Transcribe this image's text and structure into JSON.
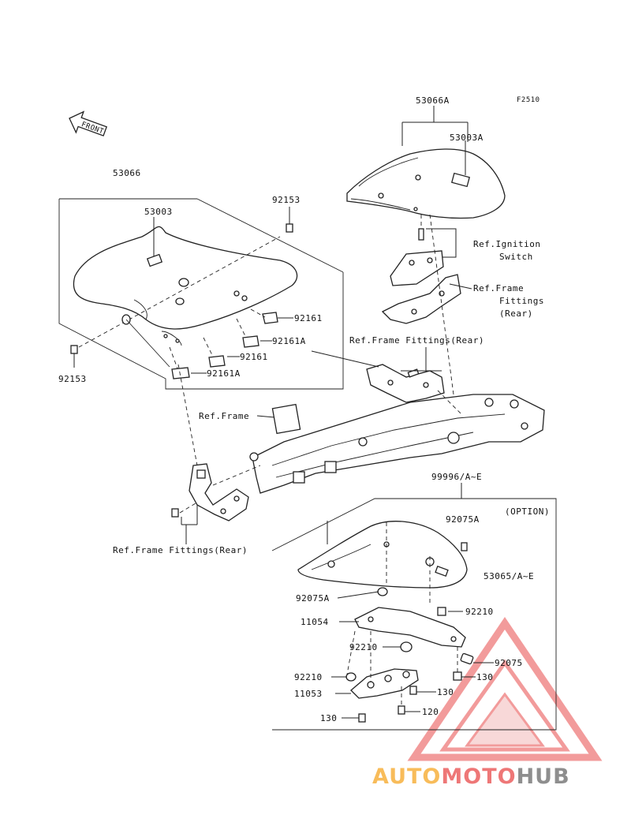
{
  "figure_code": "F2510",
  "front_label": "FRONT",
  "labels": {
    "p53066a": "53066A",
    "p53003a": "53003A",
    "p53066": "53066",
    "p92153_top": "92153",
    "p53003": "53003",
    "ref_ignition_1": "Ref.Ignition",
    "ref_ignition_2": "Switch",
    "ref_frame_fittings_rear_1a": "Ref.Frame",
    "ref_frame_fittings_rear_1b": "Fittings",
    "ref_frame_fittings_rear_1c": "(Rear)",
    "p92161_upper": "92161",
    "p92161a_upper": "92161A",
    "ref_frame_fittings_rear_2": "Ref.Frame Fittings(Rear)",
    "p92161_lower": "92161",
    "p92161a_lower": "92161A",
    "p92153_left": "92153",
    "ref_frame": "Ref.Frame",
    "p99996": "99996/A~E",
    "option": "(OPTION)",
    "p92075a_top": "92075A",
    "p53065": "53065/A~E",
    "ref_frame_fittings_rear_3": "Ref.Frame Fittings(Rear)",
    "p92075a_mid": "92075A",
    "p92210_right": "92210",
    "p11054": "11054",
    "p92210_mid": "92210",
    "p92075": "92075",
    "p130_right": "130",
    "p92210_left": "92210",
    "p130_mid": "130",
    "p11053": "11053",
    "p120": "120",
    "p130_bottom": "130"
  },
  "watermark": {
    "part1": "AUTO",
    "part2": "MOTO",
    "part3": "HUB",
    "color_orange": "#f5a623",
    "color_red": "#e84a4a",
    "color_gray": "#7a7a7a"
  }
}
